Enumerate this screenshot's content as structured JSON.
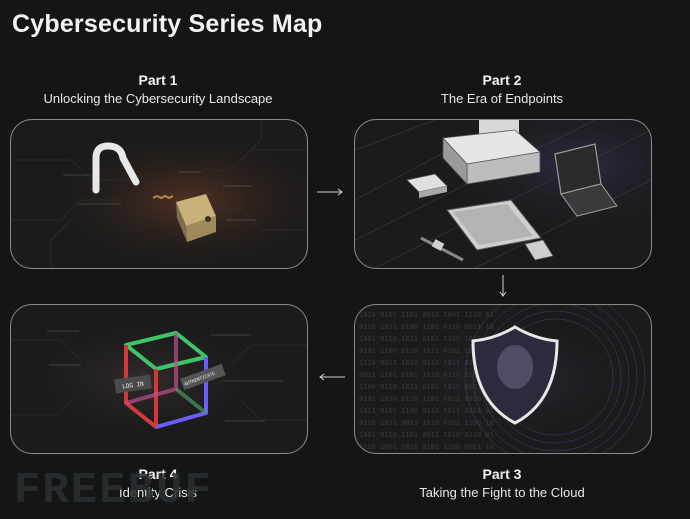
{
  "title": "Cybersecurity Series Map",
  "parts": [
    {
      "number": "Part 1",
      "subtitle": "Unlocking the Cybersecurity Landscape"
    },
    {
      "number": "Part 2",
      "subtitle": "The Era of Endpoints"
    },
    {
      "number": "Part 3",
      "subtitle": "Taking the Fight to the Cloud"
    },
    {
      "number": "Part 4",
      "subtitle": "Identity Crisis"
    }
  ],
  "panel4_labels": {
    "login": "LOG IN",
    "authenticate": "AUTHENTICATE"
  },
  "watermark": "FREEBUF",
  "colors": {
    "background": "#151515",
    "panel_border": "#8a8a8a",
    "cube_red": "#d23a3a",
    "cube_green": "#3ec46a",
    "cube_blue": "#6a5cff",
    "lock_gold": "#c9b27a"
  }
}
